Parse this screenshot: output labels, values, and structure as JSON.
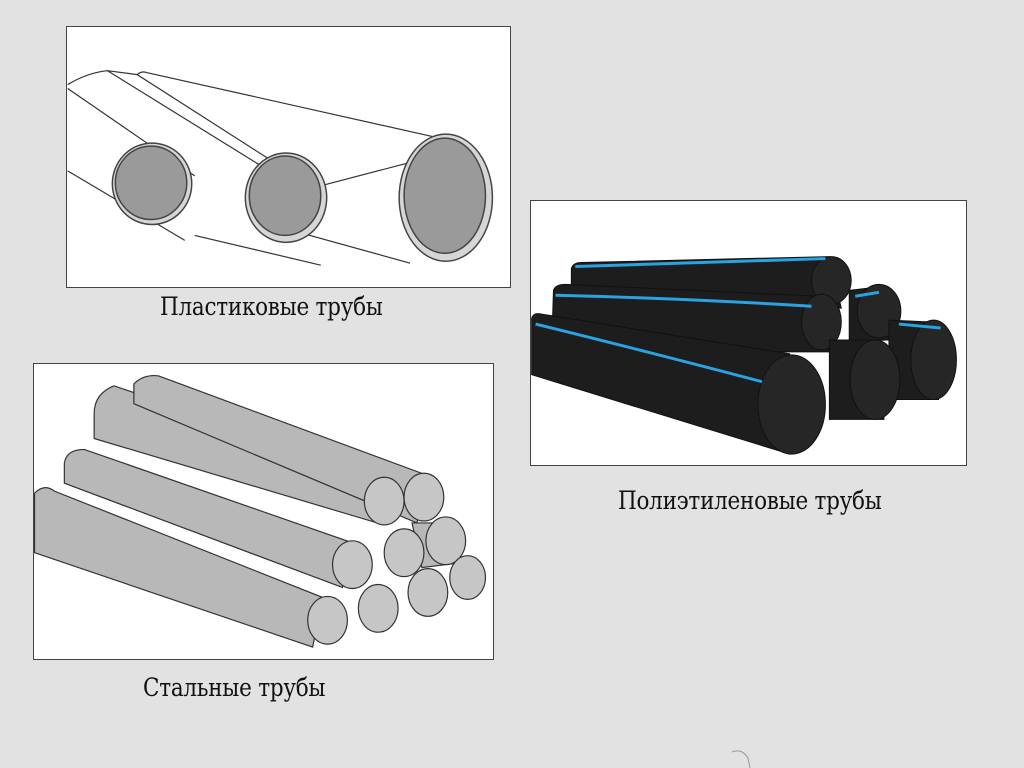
{
  "captions": {
    "plastic": "Пластиковые трубы",
    "polyethylene": "Полиэтиленовые трубы",
    "steel": "Стальные трубы"
  },
  "colors": {
    "background": "#e2e2e2",
    "plastic_pipe_end": "#9a9a9a",
    "polyethylene_pipe": "#1d1d1d",
    "polyethylene_stripe": "#2aa3e3",
    "steel_pipe": "#b8b8b8"
  }
}
